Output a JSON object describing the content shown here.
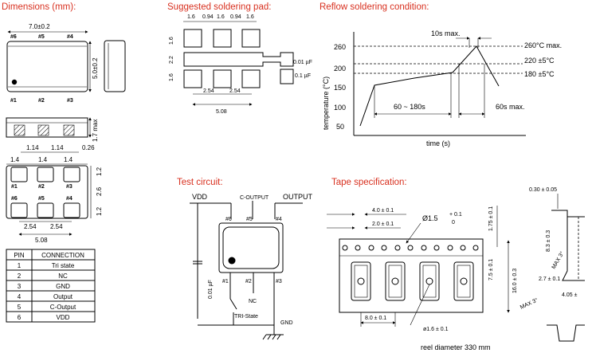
{
  "sections": {
    "dimensions": "Dimensions (mm):",
    "soldering": "Suggested soldering pad:",
    "reflow": "Reflow soldering condition:",
    "test": "Test circuit:",
    "tape": "Tape specification:"
  },
  "dimensions": {
    "width": "7.0±0.2",
    "height": "5.0±0.2",
    "max_height": "1.7 max",
    "top_pins": [
      "#6",
      "#5",
      "#4"
    ],
    "bottom_pins": [
      "#1",
      "#2",
      "#3"
    ],
    "pitch_a": "1.14",
    "pitch_b": "1.14",
    "edge": "0.26",
    "pad_w1": "1.4",
    "pad_w2": "1.4",
    "pad_w3": "1.4",
    "pad_h1": "1.2",
    "gap": "2.6",
    "pad_h2": "1.2",
    "pin_pitch1": "2.54",
    "pin_pitch2": "2.54",
    "total": "5.08"
  },
  "pin_table": {
    "headers": [
      "PIN",
      "CONNECTION"
    ],
    "rows": [
      [
        "1",
        "Tri state"
      ],
      [
        "2",
        "NC"
      ],
      [
        "3",
        "GND"
      ],
      [
        "4",
        "Output"
      ],
      [
        "5",
        "C-Output"
      ],
      [
        "6",
        "VDD"
      ]
    ]
  },
  "soldering": {
    "top": [
      "1.6",
      "0.94",
      "1.6",
      "0.94",
      "1.6"
    ],
    "left": [
      "1.6",
      "2.2",
      "1.6"
    ],
    "cap1": "0.01 µF",
    "cap2": "0.1 µF",
    "pitch1": "2.54",
    "pitch2": "2.54",
    "total": "5.08"
  },
  "reflow": {
    "ylabel": "temperature (°C)",
    "xlabel": "time (s)",
    "yticks": [
      "260",
      "200",
      "150",
      "100",
      "50"
    ],
    "peak": "260°C max.",
    "t220": "220 ±5°C",
    "t180": "180 ±5°C",
    "peak_time": "10s max.",
    "preheat": "60 ~ 180s",
    "above": "60s max."
  },
  "test_circuit": {
    "vdd": "VDD",
    "coutput": "C-OUTPUT",
    "output": "OUTPUT",
    "pins_top": [
      "#6",
      "#5",
      "#4"
    ],
    "pins_bottom": [
      "#1",
      "#2",
      "#3"
    ],
    "cap": "0.01 µF",
    "nc": "NC",
    "tristate": "TRI-State",
    "gnd": "GND"
  },
  "tape": {
    "pitch4": "4.0 ± 0.1",
    "pitch2": "2.0 ± 0.1",
    "hole": "Ø1.5",
    "hole_tol_upper": "+ 0.1",
    "hole_tol_lower": "0",
    "edge": "1.75 ± 0.1",
    "pocket_off": "7.5 ± 0.1",
    "width": "16.0 ± 0.3",
    "pocket_pitch": "8.0 ± 0.1",
    "pocket_hole": "ø1.6 ± 0.1",
    "reel": "reel diameter 330 mm",
    "thickness": "0.30 ± 0.05",
    "depth": "8.3 ± 0.3",
    "max1": "MAX 3°",
    "max2": "MAX 3°",
    "t27": "2.7 ± 0.1",
    "t405": "4.05 ±"
  }
}
